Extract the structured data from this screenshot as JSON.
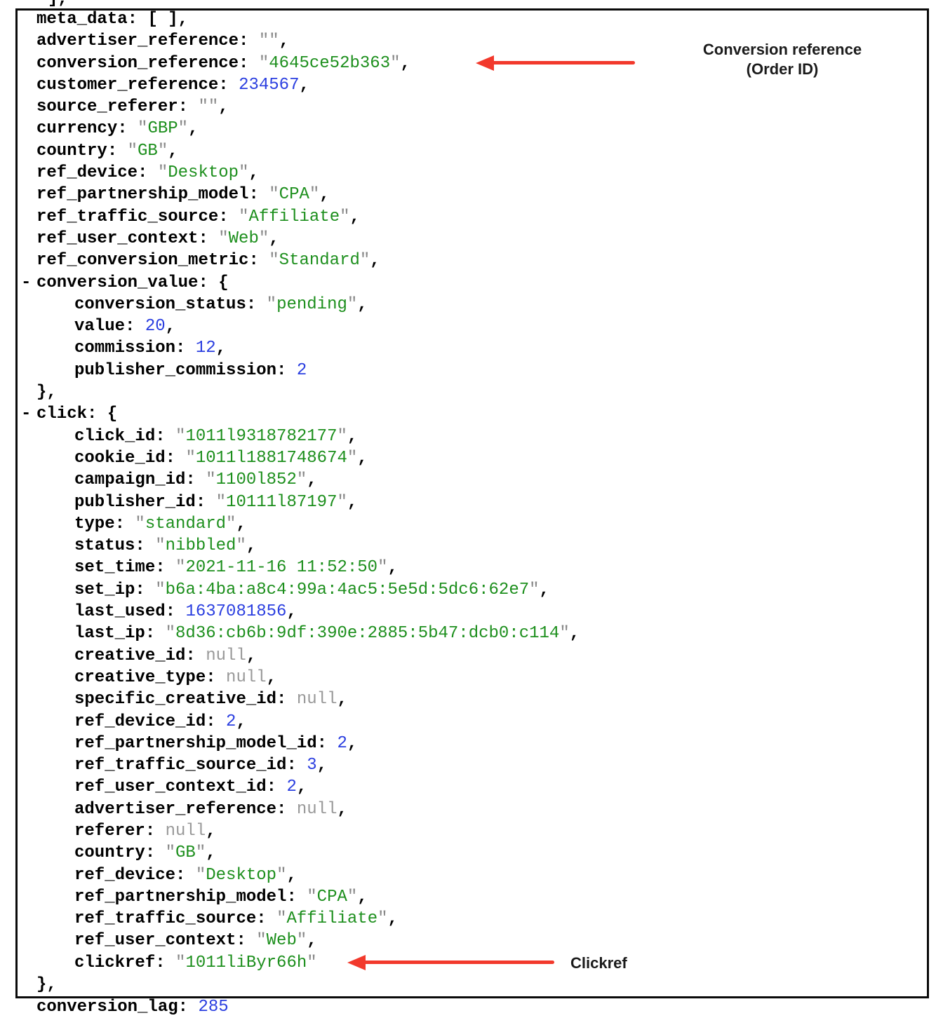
{
  "colors": {
    "key": "#000000",
    "string": "#1d8f1d",
    "quote": "#888888",
    "number": "#2b3fe0",
    "null": "#999999",
    "arrow": "#f2392c",
    "box_border": "#0a0a0a"
  },
  "annotations": {
    "conversion_reference": {
      "line1": "Conversion reference",
      "line2": "(Order ID)"
    },
    "clickref": {
      "label": "Clickref"
    }
  },
  "document": {
    "top_partial_lines": [
      {
        "indent": 0,
        "tokens": [
          {
            "t": "pun",
            "v": "],"
          }
        ]
      }
    ],
    "lines": [
      {
        "indent": 1,
        "key": "meta_data",
        "tokens": [
          {
            "t": "pun",
            "v": "[ ],"
          }
        ]
      },
      {
        "indent": 1,
        "key": "advertiser_reference",
        "tokens": [
          {
            "t": "str",
            "v": ""
          },
          {
            "t": "pun",
            "v": ","
          }
        ]
      },
      {
        "indent": 1,
        "key": "conversion_reference",
        "tokens": [
          {
            "t": "str",
            "v": "4645ce52b363"
          },
          {
            "t": "pun",
            "v": ","
          }
        ]
      },
      {
        "indent": 1,
        "key": "customer_reference",
        "tokens": [
          {
            "t": "num",
            "v": "234567"
          },
          {
            "t": "pun",
            "v": ","
          }
        ]
      },
      {
        "indent": 1,
        "key": "source_referer",
        "tokens": [
          {
            "t": "str",
            "v": ""
          },
          {
            "t": "pun",
            "v": ","
          }
        ]
      },
      {
        "indent": 1,
        "key": "currency",
        "tokens": [
          {
            "t": "str",
            "v": "GBP"
          },
          {
            "t": "pun",
            "v": ","
          }
        ]
      },
      {
        "indent": 1,
        "key": "country",
        "tokens": [
          {
            "t": "str",
            "v": "GB"
          },
          {
            "t": "pun",
            "v": ","
          }
        ]
      },
      {
        "indent": 1,
        "key": "ref_device",
        "tokens": [
          {
            "t": "str",
            "v": "Desktop"
          },
          {
            "t": "pun",
            "v": ","
          }
        ]
      },
      {
        "indent": 1,
        "key": "ref_partnership_model",
        "tokens": [
          {
            "t": "str",
            "v": "CPA"
          },
          {
            "t": "pun",
            "v": ","
          }
        ]
      },
      {
        "indent": 1,
        "key": "ref_traffic_source",
        "tokens": [
          {
            "t": "str",
            "v": "Affiliate"
          },
          {
            "t": "pun",
            "v": ","
          }
        ]
      },
      {
        "indent": 1,
        "key": "ref_user_context",
        "tokens": [
          {
            "t": "str",
            "v": "Web"
          },
          {
            "t": "pun",
            "v": ","
          }
        ]
      },
      {
        "indent": 1,
        "key": "ref_conversion_metric",
        "tokens": [
          {
            "t": "str",
            "v": "Standard"
          },
          {
            "t": "pun",
            "v": ","
          }
        ]
      },
      {
        "indent": 1,
        "dash": true,
        "key": "conversion_value",
        "tokens": [
          {
            "t": "pun",
            "v": "{"
          }
        ]
      },
      {
        "indent": 2,
        "key": "conversion_status",
        "tokens": [
          {
            "t": "str",
            "v": "pending"
          },
          {
            "t": "pun",
            "v": ","
          }
        ]
      },
      {
        "indent": 2,
        "key": "value",
        "tokens": [
          {
            "t": "num",
            "v": "20"
          },
          {
            "t": "pun",
            "v": ","
          }
        ]
      },
      {
        "indent": 2,
        "key": "commission",
        "tokens": [
          {
            "t": "num",
            "v": "12"
          },
          {
            "t": "pun",
            "v": ","
          }
        ]
      },
      {
        "indent": 2,
        "key": "publisher_commission",
        "tokens": [
          {
            "t": "num",
            "v": "2"
          }
        ]
      },
      {
        "indent": 1,
        "tokens": [
          {
            "t": "pun",
            "v": "},"
          }
        ]
      },
      {
        "indent": 1,
        "dash": true,
        "key": "click",
        "tokens": [
          {
            "t": "pun",
            "v": "{"
          }
        ]
      },
      {
        "indent": 2,
        "key": "click_id",
        "tokens": [
          {
            "t": "str",
            "v": "1011l9318782177"
          },
          {
            "t": "pun",
            "v": ","
          }
        ]
      },
      {
        "indent": 2,
        "key": "cookie_id",
        "tokens": [
          {
            "t": "str",
            "v": "1011l1881748674"
          },
          {
            "t": "pun",
            "v": ","
          }
        ]
      },
      {
        "indent": 2,
        "key": "campaign_id",
        "tokens": [
          {
            "t": "str",
            "v": "1100l852"
          },
          {
            "t": "pun",
            "v": ","
          }
        ]
      },
      {
        "indent": 2,
        "key": "publisher_id",
        "tokens": [
          {
            "t": "str",
            "v": "10111l87197"
          },
          {
            "t": "pun",
            "v": ","
          }
        ]
      },
      {
        "indent": 2,
        "key": "type",
        "tokens": [
          {
            "t": "str",
            "v": "standard"
          },
          {
            "t": "pun",
            "v": ","
          }
        ]
      },
      {
        "indent": 2,
        "key": "status",
        "tokens": [
          {
            "t": "str",
            "v": "nibbled"
          },
          {
            "t": "pun",
            "v": ","
          }
        ]
      },
      {
        "indent": 2,
        "key": "set_time",
        "tokens": [
          {
            "t": "str",
            "v": "2021-11-16 11:52:50"
          },
          {
            "t": "pun",
            "v": ","
          }
        ]
      },
      {
        "indent": 2,
        "key": "set_ip",
        "tokens": [
          {
            "t": "str",
            "v": "b6a:4ba:a8c4:99a:4ac5:5e5d:5dc6:62e7"
          },
          {
            "t": "pun",
            "v": ","
          }
        ]
      },
      {
        "indent": 2,
        "key": "last_used",
        "tokens": [
          {
            "t": "num",
            "v": "1637081856"
          },
          {
            "t": "pun",
            "v": ","
          }
        ]
      },
      {
        "indent": 2,
        "key": "last_ip",
        "tokens": [
          {
            "t": "str",
            "v": "8d36:cb6b:9df:390e:2885:5b47:dcb0:c114"
          },
          {
            "t": "pun",
            "v": ","
          }
        ]
      },
      {
        "indent": 2,
        "key": "creative_id",
        "tokens": [
          {
            "t": "nul",
            "v": "null"
          },
          {
            "t": "pun",
            "v": ","
          }
        ]
      },
      {
        "indent": 2,
        "key": "creative_type",
        "tokens": [
          {
            "t": "nul",
            "v": "null"
          },
          {
            "t": "pun",
            "v": ","
          }
        ]
      },
      {
        "indent": 2,
        "key": "specific_creative_id",
        "tokens": [
          {
            "t": "nul",
            "v": "null"
          },
          {
            "t": "pun",
            "v": ","
          }
        ]
      },
      {
        "indent": 2,
        "key": "ref_device_id",
        "tokens": [
          {
            "t": "num",
            "v": "2"
          },
          {
            "t": "pun",
            "v": ","
          }
        ]
      },
      {
        "indent": 2,
        "key": "ref_partnership_model_id",
        "tokens": [
          {
            "t": "num",
            "v": "2"
          },
          {
            "t": "pun",
            "v": ","
          }
        ]
      },
      {
        "indent": 2,
        "key": "ref_traffic_source_id",
        "tokens": [
          {
            "t": "num",
            "v": "3"
          },
          {
            "t": "pun",
            "v": ","
          }
        ]
      },
      {
        "indent": 2,
        "key": "ref_user_context_id",
        "tokens": [
          {
            "t": "num",
            "v": "2"
          },
          {
            "t": "pun",
            "v": ","
          }
        ]
      },
      {
        "indent": 2,
        "key": "advertiser_reference",
        "tokens": [
          {
            "t": "nul",
            "v": "null"
          },
          {
            "t": "pun",
            "v": ","
          }
        ]
      },
      {
        "indent": 2,
        "key": "referer",
        "tokens": [
          {
            "t": "nul",
            "v": "null"
          },
          {
            "t": "pun",
            "v": ","
          }
        ]
      },
      {
        "indent": 2,
        "key": "country",
        "tokens": [
          {
            "t": "str",
            "v": "GB"
          },
          {
            "t": "pun",
            "v": ","
          }
        ]
      },
      {
        "indent": 2,
        "key": "ref_device",
        "tokens": [
          {
            "t": "str",
            "v": "Desktop"
          },
          {
            "t": "pun",
            "v": ","
          }
        ]
      },
      {
        "indent": 2,
        "key": "ref_partnership_model",
        "tokens": [
          {
            "t": "str",
            "v": "CPA"
          },
          {
            "t": "pun",
            "v": ","
          }
        ]
      },
      {
        "indent": 2,
        "key": "ref_traffic_source",
        "tokens": [
          {
            "t": "str",
            "v": "Affiliate"
          },
          {
            "t": "pun",
            "v": ","
          }
        ]
      },
      {
        "indent": 2,
        "key": "ref_user_context",
        "tokens": [
          {
            "t": "str",
            "v": "Web"
          },
          {
            "t": "pun",
            "v": ","
          }
        ]
      },
      {
        "indent": 2,
        "key": "clickref",
        "tokens": [
          {
            "t": "str",
            "v": "1011liByr66h"
          }
        ]
      },
      {
        "indent": 1,
        "tokens": [
          {
            "t": "pun",
            "v": "},"
          }
        ]
      }
    ],
    "bottom_partial_lines": [
      {
        "indent": 1,
        "key": "conversion_lag",
        "tokens": [
          {
            "t": "num",
            "v": "285"
          }
        ]
      }
    ]
  }
}
